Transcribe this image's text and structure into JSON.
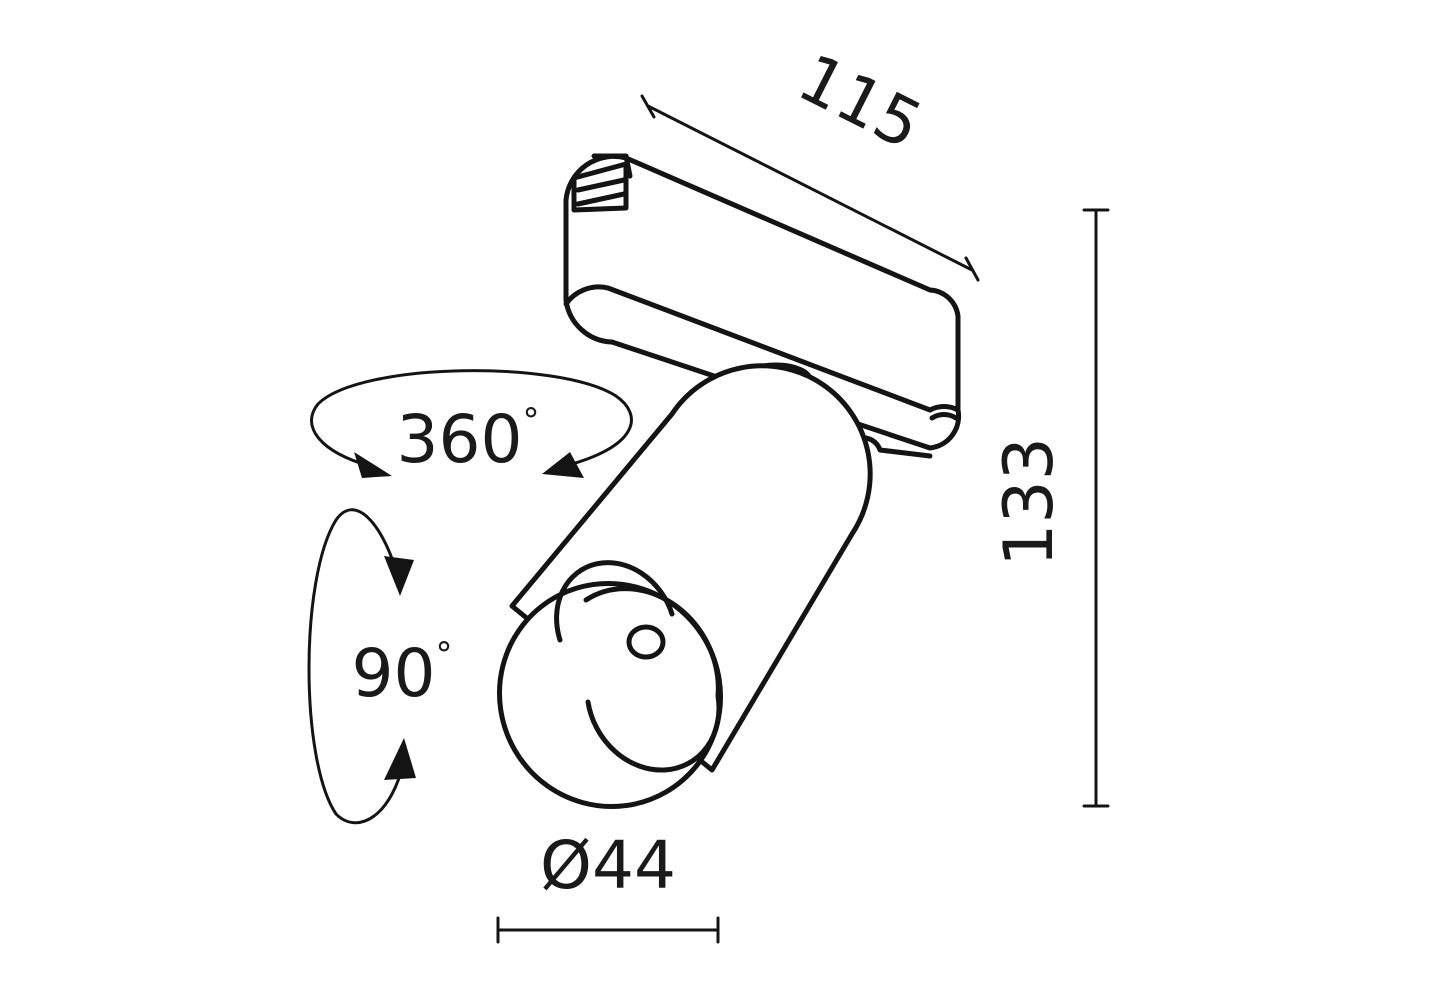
{
  "dimensions": {
    "length": "115",
    "height": "133",
    "diameter": "Ø44"
  },
  "rotation": {
    "horizontal": "360",
    "vertical": "90",
    "degree_symbol": "°"
  },
  "colors": {
    "line": "#141414",
    "background": "#ffffff"
  }
}
